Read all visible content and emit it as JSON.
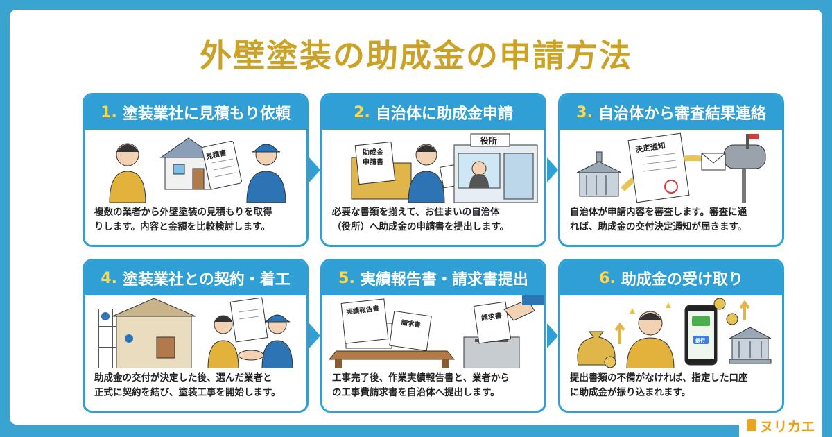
{
  "title": "外壁塗装の助成金の申請方法",
  "steps": [
    {
      "num": "1.",
      "heading": "塗装業社に見積もり依頼",
      "line1": "複数の業者から外壁塗装の見積もりを取得",
      "line2": "りします。内容と金額を比較検討します。",
      "labels": [
        "見積書"
      ]
    },
    {
      "num": "2.",
      "heading": "自治体に助成金申請",
      "line1": "必要な書類を揃えて、お住まいの自治体",
      "line2": "（役所）へ助成金の申請書を提出します。",
      "labels": [
        "助成金",
        "申請書",
        "役所"
      ]
    },
    {
      "num": "3.",
      "heading": "自治体から審査結果連絡",
      "line1": "自治体が申請内容を審査します。審査に通",
      "line2": "れば、助成金の交付決定通知が届きます。",
      "labels": [
        "決定通知"
      ]
    },
    {
      "num": "4.",
      "heading": "塗装業社との契約・着工",
      "line1": "助成金の交付が決定した後、選んだ業者と",
      "line2": "正式に契約を結び、塗装工事を開始します。",
      "labels": []
    },
    {
      "num": "5.",
      "heading": "実績報告書・請求書提出",
      "line1": "工事完了後、作業実績報告書と、業者から",
      "line2": "の工事費請求書を自治体へ提出します。",
      "labels": [
        "実績報告書",
        "請求書",
        "請求書"
      ]
    },
    {
      "num": "6.",
      "heading": "助成金の受け取り",
      "line1": "提出書類の不備がなければ、指定した口座",
      "line2": "に助成金が振り込まれます。",
      "labels": [
        "銀行"
      ]
    }
  ],
  "logo": {
    "text": "ヌリカエ"
  },
  "colors": {
    "accent": "#2f9fd6",
    "title": "#c9a227",
    "background": "#3aa3cf",
    "number": "#ffd84a"
  }
}
